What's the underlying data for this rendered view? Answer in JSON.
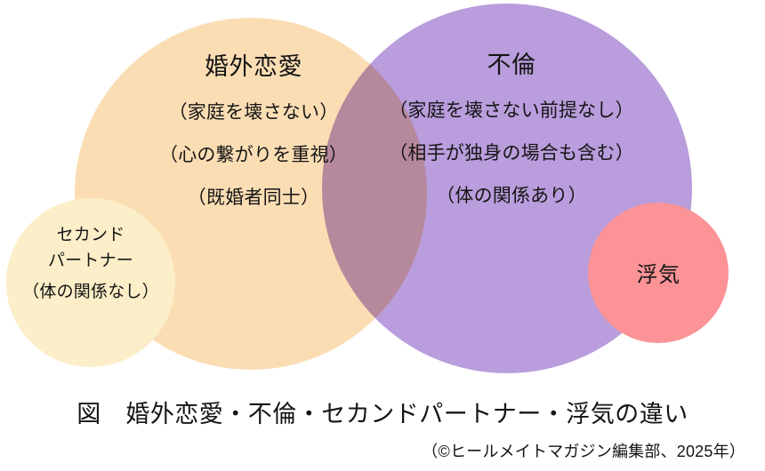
{
  "figure": {
    "type": "venn-diagram",
    "background_color": "#ffffff",
    "caption": "図　婚外恋愛・不倫・セカンドパートナー・浮気の違い",
    "credit": "（©ヒールメイトマガジン編集部、2025年）"
  },
  "sets": {
    "kongai_renai": {
      "heading": "婚外恋愛",
      "color": "#fbddb4",
      "attributes": [
        "（家庭を壊さない）",
        "（心の繋がりを重視）",
        "（既婚者同士）"
      ]
    },
    "furin": {
      "heading": "不倫",
      "color": "#b08fd8",
      "attributes": [
        "（家庭を壊さない前提なし）",
        "（相手が独身の場合も含む）",
        "（体の関係あり）"
      ]
    },
    "second_partner": {
      "heading_line1": "セカンド",
      "heading_line2": "パートナー",
      "color": "#fbeec8",
      "attributes": [
        "（体の関係なし）"
      ]
    },
    "uwaki": {
      "heading": "浮気",
      "color": "#fb9397",
      "attributes": []
    }
  }
}
